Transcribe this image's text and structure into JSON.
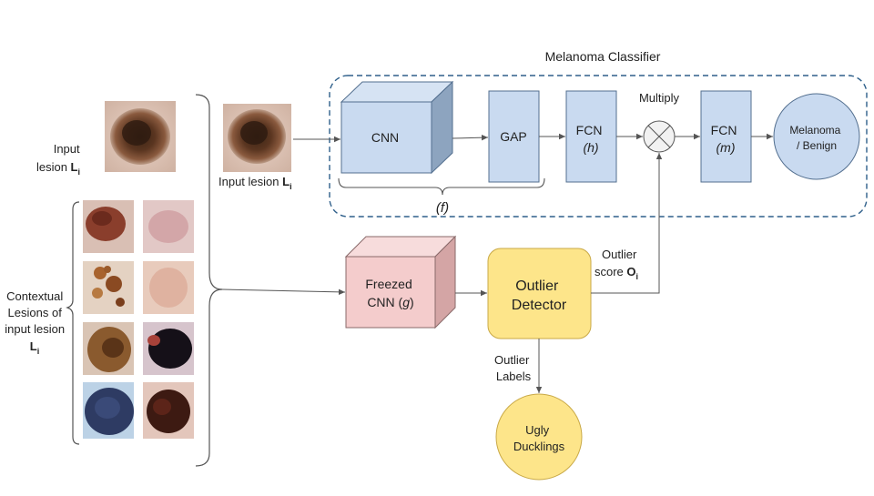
{
  "title": "Melanoma Classifier",
  "input_label": {
    "prefix": "Input",
    "line2": "lesion ",
    "symbol": "L",
    "sub": "i"
  },
  "input_label_mid": {
    "text": "Input lesion ",
    "symbol": "L",
    "sub": "i"
  },
  "contextual_label": {
    "line1": "Contextual",
    "line2": "Lesions of",
    "line3": "input lesion",
    "symbol": "L",
    "sub": "i"
  },
  "nodes": {
    "cnn": "CNN",
    "gap": "GAP",
    "fcn_h": {
      "line1": "FCN",
      "line2": "(h)"
    },
    "multiply": "Multiply",
    "fcn_m": {
      "line1": "FCN",
      "line2": "(m)"
    },
    "output": {
      "line1": "Melanoma",
      "line2": "/ Benign"
    },
    "f_label": "(f)",
    "freezed": {
      "line1": "Freezed",
      "line2_prefix": "CNN (",
      "line2_var": "g",
      "line2_suffix": ")"
    },
    "outlier_detector": {
      "line1": "Outlier",
      "line2": "Detector"
    },
    "outlier_score": {
      "line1": "Outlier",
      "line2_prefix": "score ",
      "symbol": "O",
      "sub": "i"
    },
    "outlier_labels": {
      "line1": "Outlier",
      "line2": "Labels"
    },
    "ugly": {
      "line1": "Ugly",
      "line2": "Ducklings"
    }
  },
  "colors": {
    "blue_fill": "#c9daf0",
    "blue_stroke": "#536f8f",
    "pink_fill": "#f4cccc",
    "pink_side": "#d4a5a5",
    "yellow_fill": "#fde58a",
    "yellow_stroke": "#c9a947",
    "dashed": "#2e5f8a"
  }
}
